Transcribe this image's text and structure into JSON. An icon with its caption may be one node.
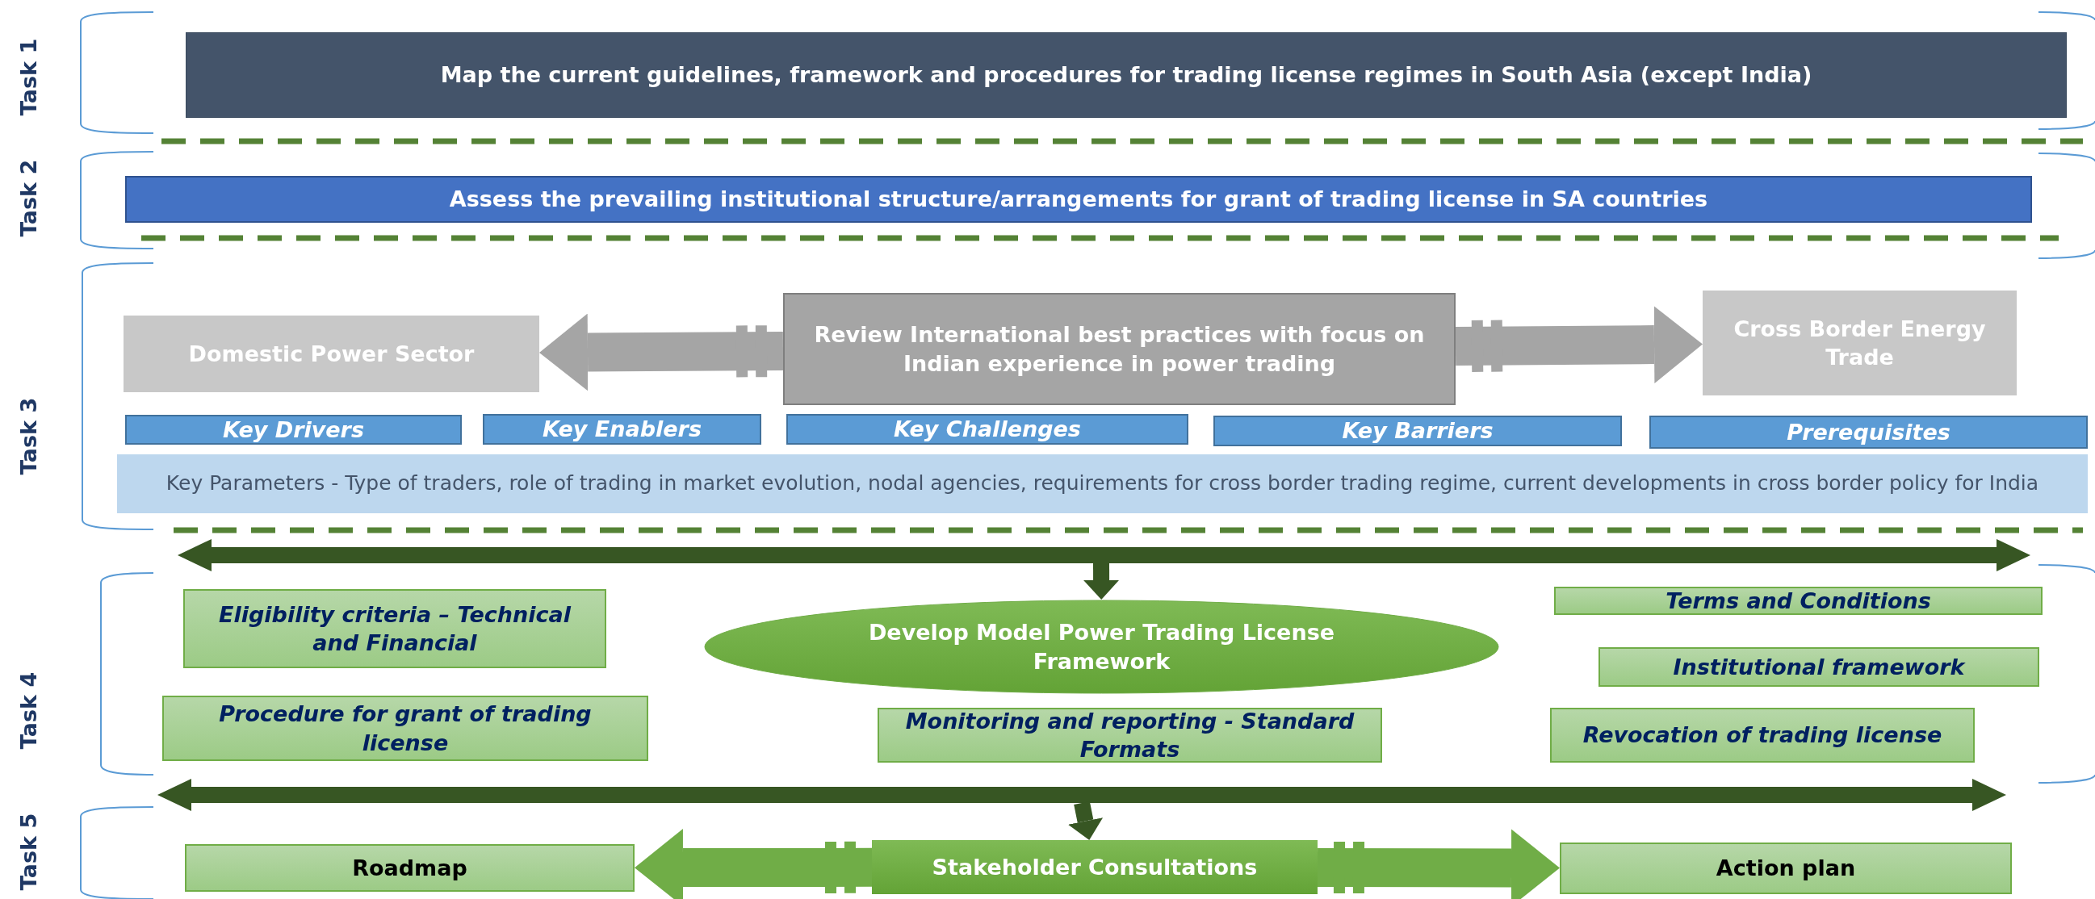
{
  "diagram": {
    "nodes": [
      {
        "text": [
          "Map the current guidelines, framework and procedures for trading license regimes in South Asia (except India)"
        ]
      },
      {
        "text": [
          "Assess the prevailing institutional structure/arrangements for grant of trading license in SA countries"
        ]
      },
      {
        "text": [
          "Domestic Power Sector"
        ]
      },
      {
        "text": [
          "Review International best practices with focus on Indian experience in power trading"
        ]
      },
      {
        "text": [
          "Cross Border Energy Trade"
        ]
      },
      {
        "text": [
          "Key Drivers"
        ]
      },
      {
        "text": [
          "Key Enablers"
        ]
      },
      {
        "text": [
          "Key Challenges"
        ]
      },
      {
        "text": [
          "Key Barriers"
        ]
      },
      {
        "text": [
          "Prerequisites"
        ]
      },
      {
        "text": [
          "Key Parameters - Type of traders, role of trading in market evolution, nodal agencies, requirements for cross border trading regime, current developments in cross border policy for India"
        ]
      },
      {
        "text": [
          "Eligibility criteria – Technical and Financial"
        ]
      },
      {
        "text": [
          "Develop Model Power Trading License Framework"
        ]
      },
      {
        "text": [
          "Terms and Conditions"
        ]
      },
      {
        "text": [
          "Institutional framework"
        ]
      },
      {
        "text": [
          "Procedure for grant of trading license"
        ]
      },
      {
        "text": [
          "Monitoring and reporting - Standard Formats"
        ]
      },
      {
        "text": [
          "Revocation of trading license"
        ]
      },
      {
        "text": [
          "Roadmap"
        ]
      },
      {
        "text": [
          "Stakeholder Consultations"
        ]
      },
      {
        "text": [
          "Action plan"
        ]
      }
    ],
    "edges": [
      {
        "from": 3,
        "to": 2,
        "arrow": "to",
        "color": "#a5a5a5"
      },
      {
        "from": 3,
        "to": 4,
        "arrow": "to",
        "color": "#a5a5a5"
      },
      {
        "from": null,
        "to": 12,
        "arrow": "to",
        "color": "#375623"
      },
      {
        "from": null,
        "to": 19,
        "arrow": "to",
        "color": "#375623"
      },
      {
        "from": 19,
        "to": 18,
        "arrow": "to",
        "color": "#70ad47"
      },
      {
        "from": 19,
        "to": 20,
        "arrow": "to",
        "color": "#70ad47"
      }
    ],
    "labels": [
      "Task 1",
      "Task 2",
      "Task 3",
      "Task 4",
      "Task 5"
    ]
  }
}
